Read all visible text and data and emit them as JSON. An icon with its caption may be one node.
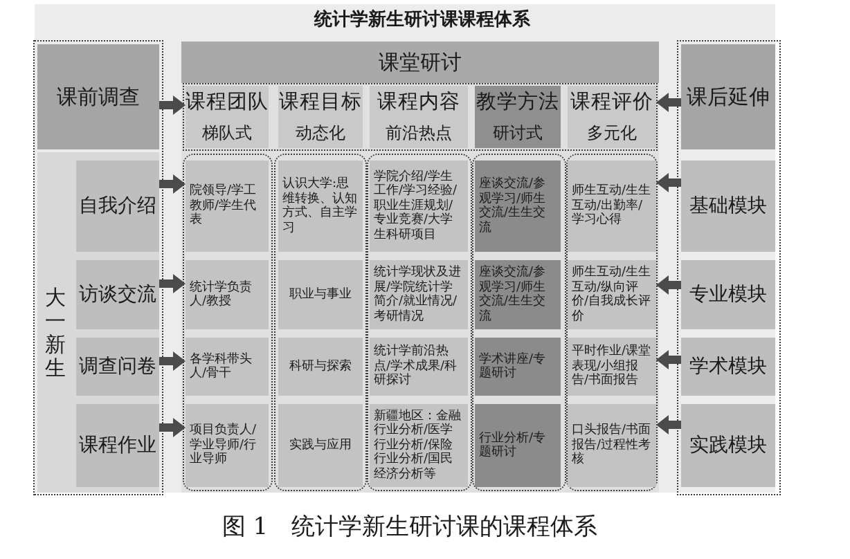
{
  "diagram": {
    "title": "统计学新生研讨课课程体系",
    "caption": "图 1　统计学新生研讨课的课程体系",
    "nodes": [
      {
        "text": [
          "课前调查"
        ]
      },
      {
        "text": [
          "大一新生"
        ]
      },
      {
        "text": [
          "自我介绍"
        ],
        "in": 1
      },
      {
        "text": [
          "访谈交流"
        ],
        "in": 1
      },
      {
        "text": [
          "调查问卷"
        ],
        "in": 1
      },
      {
        "text": [
          "课程作业"
        ],
        "in": 1
      },
      {
        "text": [
          "课堂研讨"
        ]
      },
      {
        "text": [
          "课程团队",
          "梯队式"
        ],
        "in": 6
      },
      {
        "text": [
          "课程目标",
          "动态化"
        ],
        "in": 6
      },
      {
        "text": [
          "课程内容",
          "前沿热点"
        ],
        "in": 6
      },
      {
        "text": [
          "教学方法",
          "研讨式"
        ],
        "in": 6
      },
      {
        "text": [
          "课程评价",
          "多元化"
        ],
        "in": 6
      },
      {
        "text": [
          "院领导/学工教师/学生代表"
        ],
        "in": 6
      },
      {
        "text": [
          "统计学负责人/教授"
        ],
        "in": 6
      },
      {
        "text": [
          "各学科带头人/骨干"
        ],
        "in": 6
      },
      {
        "text": [
          "项目负责人/学业导师/行业导师"
        ],
        "in": 6
      },
      {
        "text": [
          "认识大学:思维转换、认知方式、自主学习"
        ],
        "in": 6
      },
      {
        "text": [
          "职业与事业"
        ],
        "in": 6
      },
      {
        "text": [
          "科研与探索"
        ],
        "in": 6
      },
      {
        "text": [
          "实践与应用"
        ],
        "in": 6
      },
      {
        "text": [
          "学院介绍/学生工作/学习经验/职业生涯规划/专业竞赛/大学生科研项目"
        ],
        "in": 6
      },
      {
        "text": [
          "统计学现状及进展/学院统计学简介/就业情况/考研情况"
        ],
        "in": 6
      },
      {
        "text": [
          "统计学前沿热点/学术成果/科研探讨"
        ],
        "in": 6
      },
      {
        "text": [
          "新疆地区：金融行业分析/医学行业分析/保险行业分析/国民经济分析等"
        ],
        "in": 6
      },
      {
        "text": [
          "座谈交流/参观学习/师生交流/生生交流"
        ],
        "in": 6
      },
      {
        "text": [
          "座谈交流/参观学习/师生交流/生生交流"
        ],
        "in": 6
      },
      {
        "text": [
          "学术讲座/专题研讨"
        ],
        "in": 6
      },
      {
        "text": [
          "行业分析/专题研讨"
        ],
        "in": 6
      },
      {
        "text": [
          "师生互动/生生互动/出勤率/学习心得"
        ],
        "in": 6
      },
      {
        "text": [
          "师生互动/生生互动/纵向评价/自我成长评价"
        ],
        "in": 6
      },
      {
        "text": [
          "平时作业/课堂表现/小组报告/书面报告"
        ],
        "in": 6
      },
      {
        "text": [
          "口头报告/书面报告/过程性考核"
        ],
        "in": 6
      },
      {
        "text": [
          "课后延伸"
        ]
      },
      {
        "text": [
          "基础模块"
        ]
      },
      {
        "text": [
          "专业模块"
        ]
      },
      {
        "text": [
          "学术模块"
        ]
      },
      {
        "text": [
          "实践模块"
        ]
      }
    ],
    "edges": [
      {
        "from": 0,
        "to": 7,
        "arrow": "to"
      },
      {
        "from": 2,
        "to": 12,
        "arrow": "to"
      },
      {
        "from": 3,
        "to": 13,
        "arrow": "to"
      },
      {
        "from": 4,
        "to": 14,
        "arrow": "to"
      },
      {
        "from": 5,
        "to": 15,
        "arrow": "to"
      },
      {
        "from": 32,
        "to": 11,
        "arrow": "to"
      },
      {
        "from": 33,
        "to": 28,
        "arrow": "to"
      },
      {
        "from": 34,
        "to": 29,
        "arrow": "to"
      },
      {
        "from": 35,
        "to": 30,
        "arrow": "to"
      },
      {
        "from": 36,
        "to": 31,
        "arrow": "to"
      }
    ]
  }
}
